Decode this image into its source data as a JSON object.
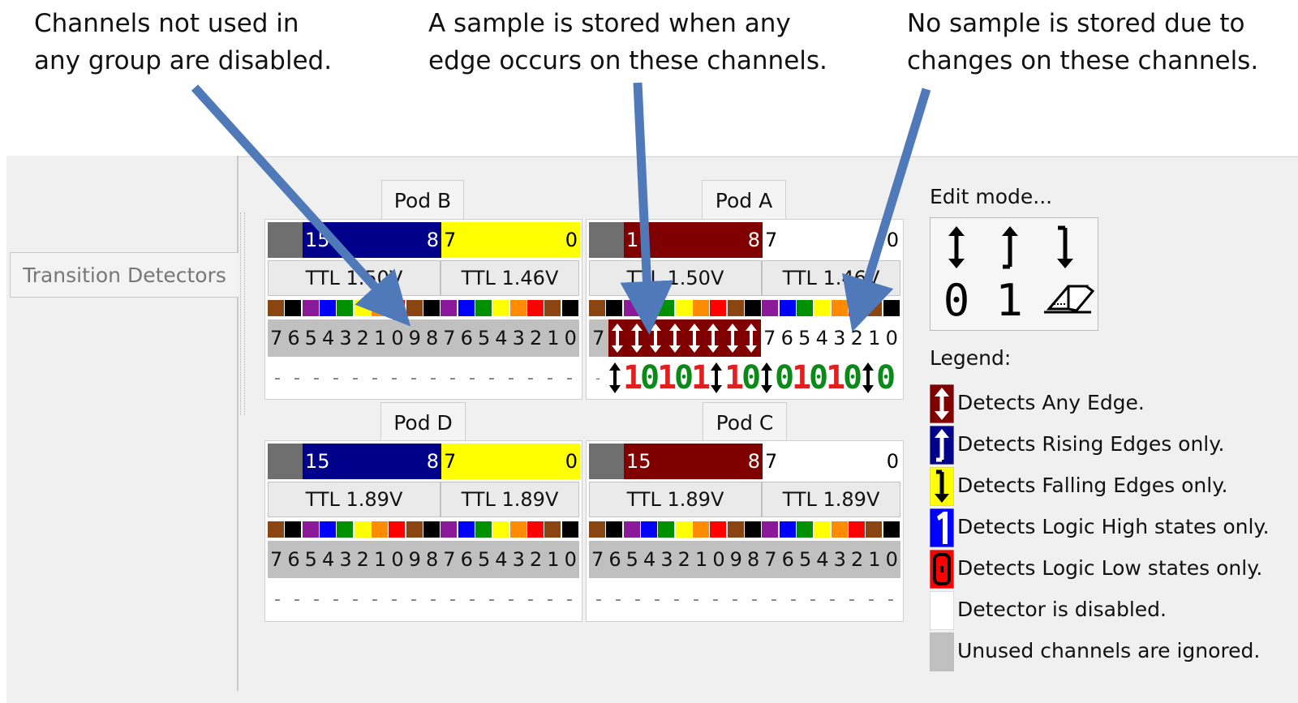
{
  "annotations": {
    "left": "Channels not used in\nany group are disabled.",
    "middle": "A sample is stored when any\nedge occurs on these channels.",
    "right": "No sample is stored due to\nchanges on these channels."
  },
  "sidebar": {
    "tab_label": "Transition Detectors"
  },
  "pods": {
    "B": {
      "tab": "Pod B",
      "grp_hi": {
        "lo": "15",
        "hi": "8",
        "color": "#00008b",
        "text": "#ffffff"
      },
      "grp_lo": {
        "lo": "7",
        "hi": "0",
        "color": "#ffff00",
        "text": "#000000"
      },
      "thr_hi": "TTL 1.50V",
      "thr_lo": "TTL 1.46V",
      "channels": [
        "7",
        "6",
        "5",
        "4",
        "3",
        "2",
        "1",
        "0",
        "9",
        "8",
        "7",
        "6",
        "5",
        "4",
        "3",
        "2",
        "1",
        "0"
      ]
    },
    "A": {
      "tab": "Pod A",
      "grp_hi": {
        "lo": "1",
        "hi": "8",
        "color": "#800000",
        "text": "#ffffff"
      },
      "grp_lo": {
        "lo": "7",
        "hi": "0",
        "color": "#ffffff",
        "text": "#000000"
      },
      "thr_hi": "TTL 1.50V",
      "thr_lo": "TTL 1.46V",
      "channels_prefix": "7",
      "channels_tail": [
        "7",
        "6",
        "5",
        "4",
        "3",
        "2",
        "1",
        "0"
      ],
      "detectors": [
        "anyedge",
        "1",
        "0",
        "1",
        "0",
        "1",
        "anyedge",
        "1",
        "0",
        "anyedge",
        "0",
        "1",
        "0",
        "1",
        "0",
        "anyedge",
        "0"
      ]
    },
    "D": {
      "tab": "Pod D",
      "grp_hi": {
        "lo": "15",
        "hi": "8",
        "color": "#00008b",
        "text": "#ffffff"
      },
      "grp_lo": {
        "lo": "7",
        "hi": "0",
        "color": "#ffff00",
        "text": "#000000"
      },
      "thr_hi": "TTL 1.89V",
      "thr_lo": "TTL 1.89V",
      "channels": [
        "7",
        "6",
        "5",
        "4",
        "3",
        "2",
        "1",
        "0",
        "9",
        "8",
        "7",
        "6",
        "5",
        "4",
        "3",
        "2",
        "1",
        "0"
      ]
    },
    "C": {
      "tab": "Pod C",
      "grp_hi": {
        "lo": "15",
        "hi": "8",
        "color": "#800000",
        "text": "#ffffff"
      },
      "grp_lo": {
        "lo": "7",
        "hi": "0",
        "color": "#ffffff",
        "text": "#000000"
      },
      "thr_hi": "TTL 1.89V",
      "thr_lo": "TTL 1.89V",
      "channels": [
        "7",
        "6",
        "5",
        "4",
        "3",
        "2",
        "1",
        "0",
        "9",
        "8",
        "7",
        "6",
        "5",
        "4",
        "3",
        "2",
        "1",
        "0"
      ]
    }
  },
  "channel_colors": [
    "#8b4513",
    "#000000",
    "#8b1a9b",
    "#0000ff",
    "#009000",
    "#ffff00",
    "#ff8c00",
    "#ff0000",
    "#8b4513",
    "#000000",
    "#8b1a9b",
    "#0000ff",
    "#009000",
    "#ffff00",
    "#ff8c00",
    "#ff0000",
    "#8b4513",
    "#000000"
  ],
  "edit_mode": {
    "label": "Edit mode...",
    "tools": [
      "any-edge-tool",
      "rising-edge-tool",
      "falling-edge-tool",
      "logic-low-tool",
      "logic-high-tool",
      "eraser-tool"
    ],
    "tool_glyphs": {
      "low": "0",
      "high": "1"
    }
  },
  "legend": {
    "title": "Legend:",
    "items": [
      {
        "text": "Detects Any Edge.",
        "color": "#800000",
        "icon": "double-arrow-icon"
      },
      {
        "text": "Detects Rising Edges only.",
        "color": "#00008b",
        "icon": "up-arrow-icon"
      },
      {
        "text": "Detects Falling Edges only.",
        "color": "#ffff00",
        "icon": "down-arrow-icon"
      },
      {
        "text": "Detects Logic High states only.",
        "color": "#0000ff",
        "icon": "one-icon"
      },
      {
        "text": "Detects Logic Low states only.",
        "color": "#ff0000",
        "icon": "zero-icon"
      },
      {
        "text": "Detector is disabled.",
        "color": "#ffffff",
        "icon": "none"
      },
      {
        "text": "Unused channels are ignored.",
        "color": "#c0c0c0",
        "icon": "none"
      }
    ]
  }
}
